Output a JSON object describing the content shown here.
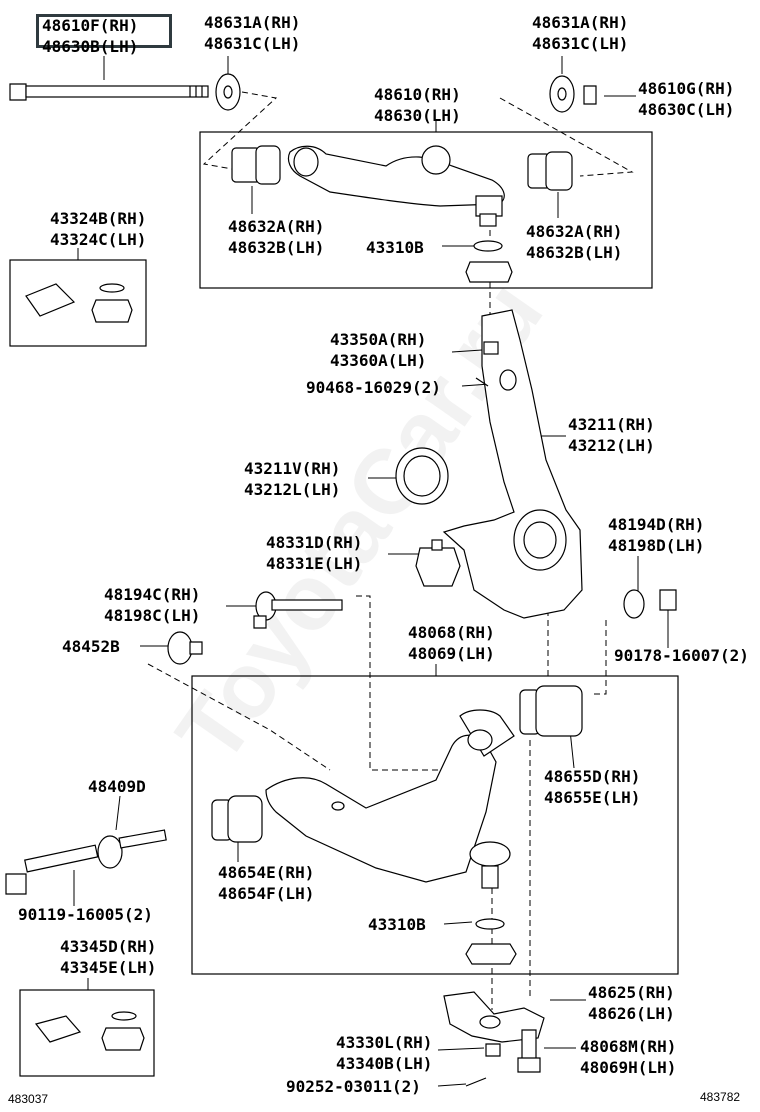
{
  "diagram_code": "483037",
  "page_code": "483782",
  "watermark": "ToyotaCar.ru",
  "highlighted_label": "48610F(RH)",
  "callouts": {
    "c_48610F": {
      "l1": "48610F(RH)",
      "l2": "48630B(LH)"
    },
    "c_48631A_left": {
      "l1": "48631A(RH)",
      "l2": "48631C(LH)"
    },
    "c_48631A_right": {
      "l1": "48631A(RH)",
      "l2": "48631C(LH)"
    },
    "c_48610G": {
      "l1": "48610G(RH)",
      "l2": "48630C(LH)"
    },
    "c_48610": {
      "l1": "48610(RH)",
      "l2": "48630(LH)"
    },
    "c_43324B": {
      "l1": "43324B(RH)",
      "l2": "43324C(LH)"
    },
    "c_48632A_left": {
      "l1": "48632A(RH)",
      "l2": "48632B(LH)"
    },
    "c_43310B_upper": {
      "l1": "43310B"
    },
    "c_48632A_right": {
      "l1": "48632A(RH)",
      "l2": "48632B(LH)"
    },
    "c_43350A": {
      "l1": "43350A(RH)",
      "l2": "43360A(LH)"
    },
    "c_90468": {
      "l1": "90468-16029(2)"
    },
    "c_43211": {
      "l1": "43211(RH)",
      "l2": "43212(LH)"
    },
    "c_43211V": {
      "l1": "43211V(RH)",
      "l2": "43212L(LH)"
    },
    "c_48194D": {
      "l1": "48194D(RH)",
      "l2": "48198D(LH)"
    },
    "c_48331D": {
      "l1": "48331D(RH)",
      "l2": "48331E(LH)"
    },
    "c_48194C": {
      "l1": "48194C(RH)",
      "l2": "48198C(LH)"
    },
    "c_48452B": {
      "l1": "48452B"
    },
    "c_48068": {
      "l1": "48068(RH)",
      "l2": "48069(LH)"
    },
    "c_90178": {
      "l1": "90178-16007(2)"
    },
    "c_48409D": {
      "l1": "48409D"
    },
    "c_48655D": {
      "l1": "48655D(RH)",
      "l2": "48655E(LH)"
    },
    "c_48654E": {
      "l1": "48654E(RH)",
      "l2": "48654F(LH)"
    },
    "c_90119": {
      "l1": "90119-16005(2)"
    },
    "c_43310B_lower": {
      "l1": "43310B"
    },
    "c_43345D": {
      "l1": "43345D(RH)",
      "l2": "43345E(LH)"
    },
    "c_48625": {
      "l1": "48625(RH)",
      "l2": "48626(LH)"
    },
    "c_43330L": {
      "l1": "43330L(RH)",
      "l2": "43340B(LH)"
    },
    "c_48068M": {
      "l1": "48068M(RH)",
      "l2": "48069H(LH)"
    },
    "c_90252": {
      "l1": "90252-03011(2)"
    }
  }
}
